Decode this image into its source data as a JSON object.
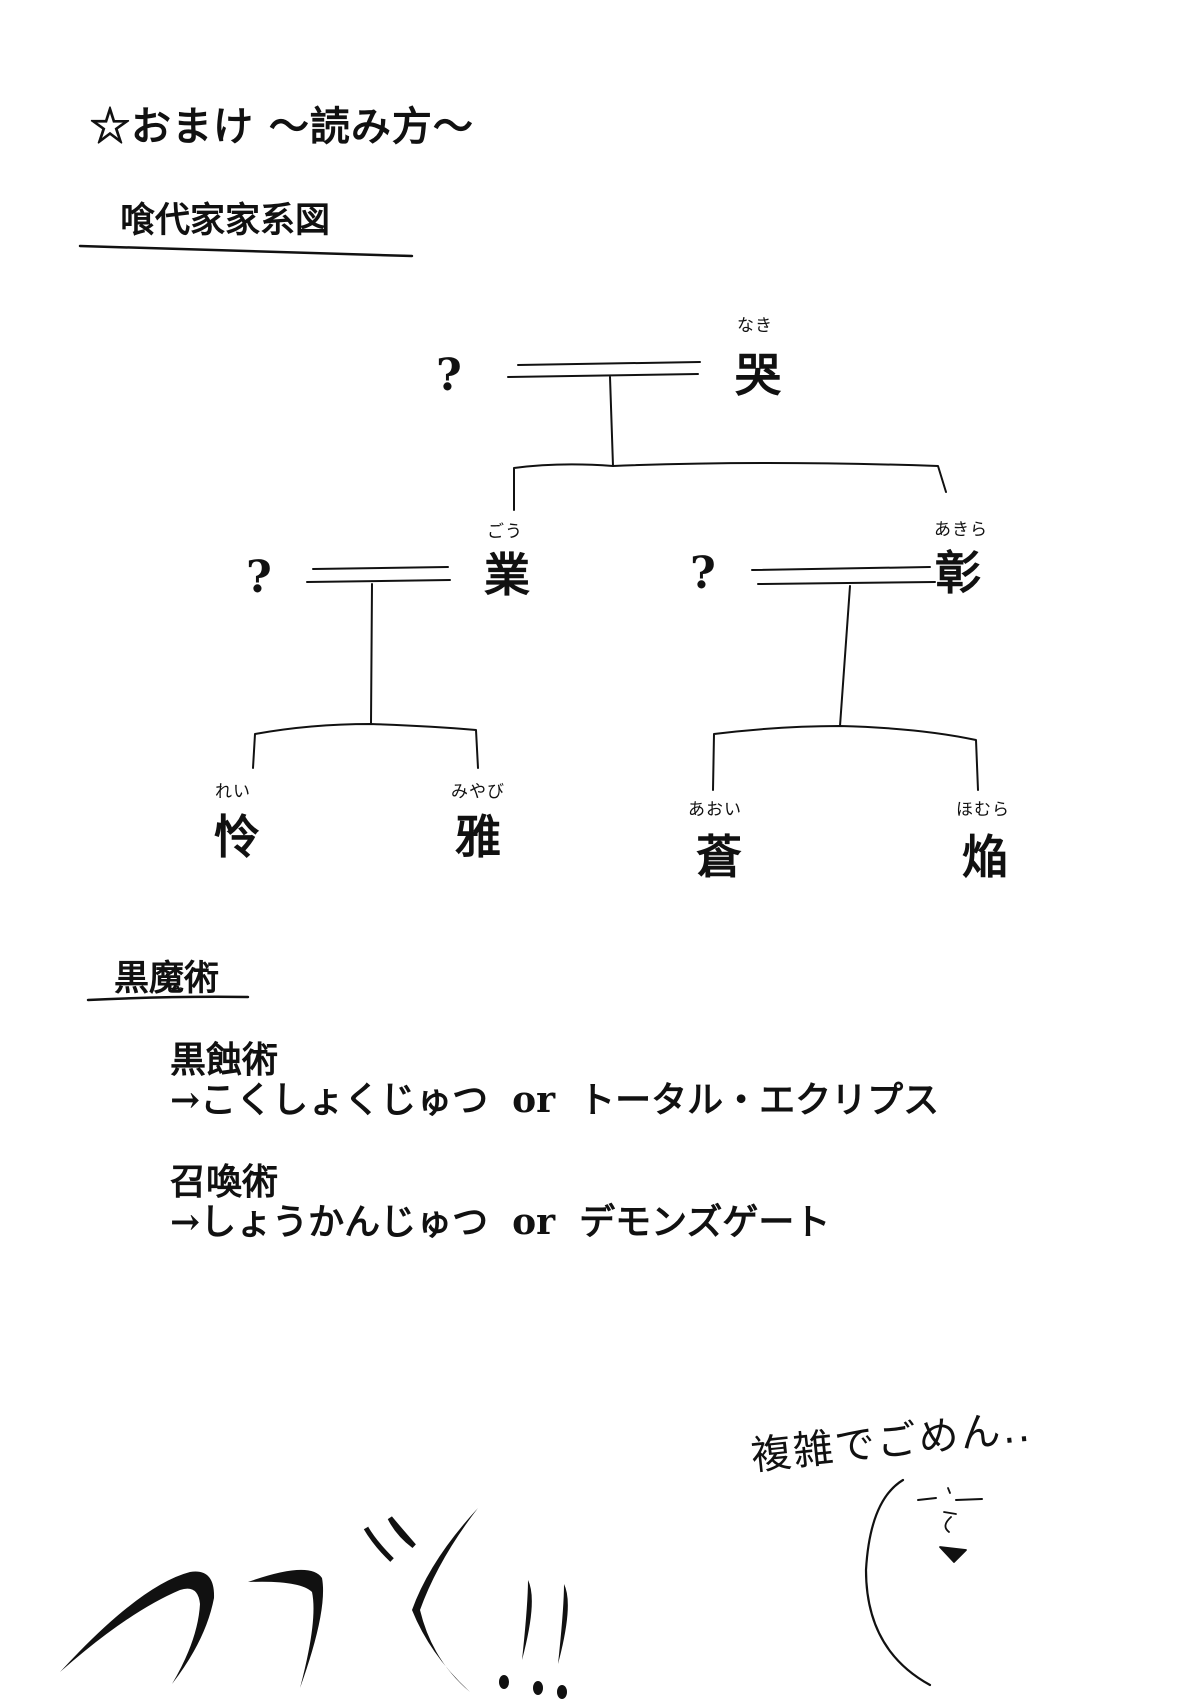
{
  "header": {
    "title": "☆おまけ 〜読み方〜"
  },
  "family_section": {
    "title": "喰代家家系図",
    "members": {
      "naki": {
        "kanji": "哭",
        "reading": "なき"
      },
      "gou": {
        "kanji": "業",
        "reading": "ごう"
      },
      "akira": {
        "kanji": "彰",
        "reading": "あきら"
      },
      "rei": {
        "kanji": "怜",
        "reading": "れい"
      },
      "miyabi": {
        "kanji": "雅",
        "reading": "みやび"
      },
      "aoi": {
        "kanji": "蒼",
        "reading": "あおい"
      },
      "homura": {
        "kanji": "焔",
        "reading": "ほむら"
      }
    },
    "unknown_spouse": "?"
  },
  "magic_section": {
    "title": "黒魔術",
    "entries": [
      {
        "term": "黒蝕術",
        "reading": "→こくしょくじゅつ",
        "or": "or",
        "alt": "トータル・エクリプス"
      },
      {
        "term": "召喚術",
        "reading": "→しょうかんじゅつ",
        "or": "or",
        "alt": "デモンズゲート"
      }
    ]
  },
  "footer": {
    "handwritten_apology": "複雑でごめん..",
    "tsuzuku": "つづく!!"
  },
  "colors": {
    "ink": "#111111",
    "paper": "#ffffff"
  }
}
